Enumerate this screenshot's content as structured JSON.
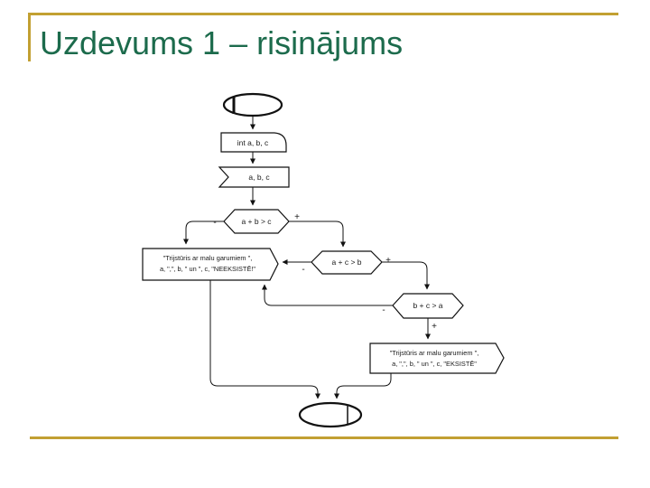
{
  "slide": {
    "title": "Uzdevums 1 – risinājums",
    "title_color": "#1C6B4C",
    "accent_color": "#C2A032"
  },
  "flowchart": {
    "declaration": "int a, b, c",
    "input": "a, b, c",
    "decisions": [
      {
        "label": "a + b > c",
        "minus": "-",
        "plus": "+"
      },
      {
        "label": "a + c > b",
        "minus": "-",
        "plus": "+"
      },
      {
        "label": "b + c > a",
        "minus": "-",
        "plus": "+"
      }
    ],
    "output_neeksiste": {
      "line1": "\"Trijstūris ar malu garumiem \",",
      "line2": "a, \",\", b, \" un \", c, \"NEEKSISTĒ!\""
    },
    "output_eksiste": {
      "line1": "\"Trijstūris ar malu garumiem \",",
      "line2": "a, \",\", b, \" un \", c, \"EKSISTĒ\""
    }
  }
}
